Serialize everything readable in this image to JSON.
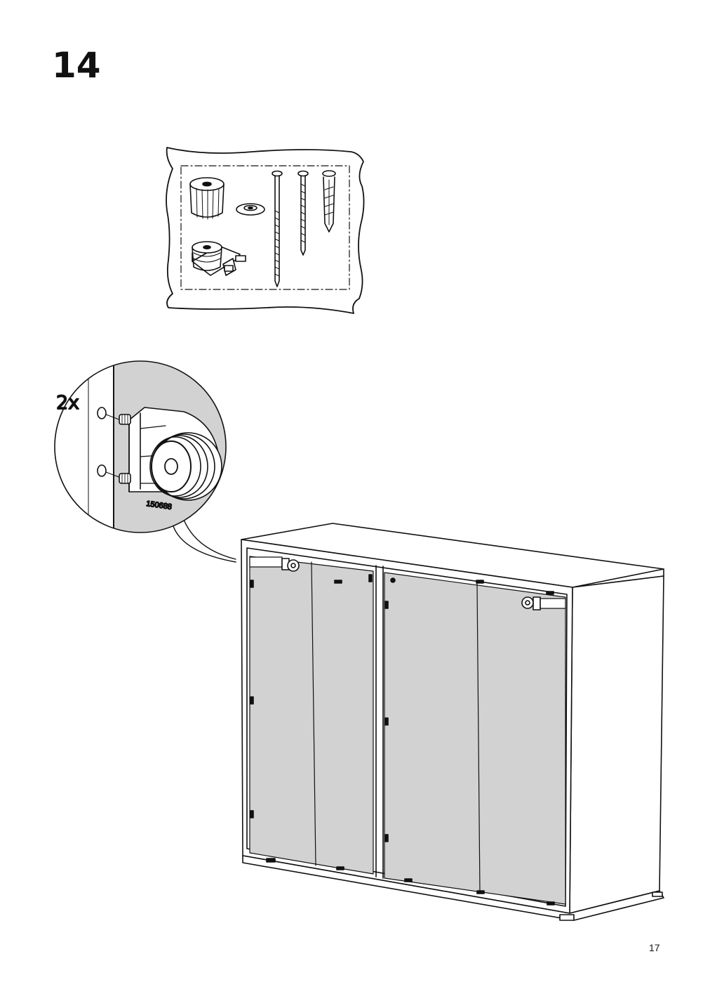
{
  "step": {
    "number": "14"
  },
  "detail": {
    "quantity": "2x",
    "part_number": "150688"
  },
  "page": {
    "number": "17"
  }
}
